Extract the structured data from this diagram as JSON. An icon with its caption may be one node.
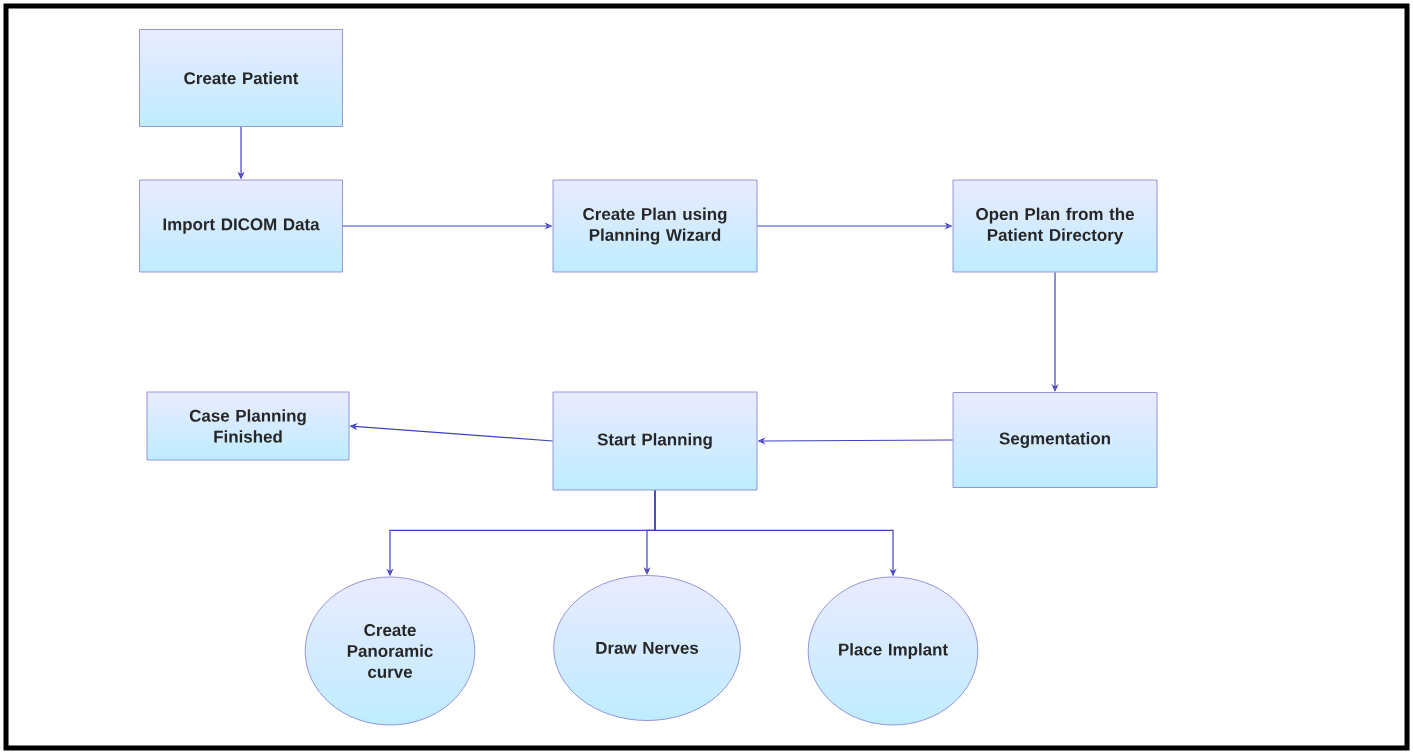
{
  "diagram": {
    "nodes": [
      {
        "text": [
          "Create Patient"
        ]
      },
      {
        "text": [
          "Import DICOM Data"
        ]
      },
      {
        "text": [
          "Create Plan using Planning Wizard"
        ]
      },
      {
        "text": [
          "Open Plan from the Patient Directory"
        ]
      },
      {
        "text": [
          "Case Planning Finished"
        ]
      },
      {
        "text": [
          "Start Planning"
        ]
      },
      {
        "text": [
          "Segmentation"
        ]
      },
      {
        "text": [
          "Create Panoramic curve"
        ]
      },
      {
        "text": [
          "Draw Nerves"
        ]
      },
      {
        "text": [
          "Place Implant"
        ]
      }
    ],
    "edges": [
      {
        "from": 0,
        "to": 1,
        "arrow": "to"
      },
      {
        "from": 1,
        "to": 2,
        "arrow": "to"
      },
      {
        "from": 2,
        "to": 3,
        "arrow": "to"
      },
      {
        "from": 3,
        "to": 6,
        "arrow": "to"
      },
      {
        "from": 6,
        "to": 5,
        "arrow": "to"
      },
      {
        "from": 5,
        "to": 4,
        "arrow": "to"
      },
      {
        "from": 5,
        "to": 7,
        "arrow": "to"
      },
      {
        "from": 5,
        "to": 8,
        "arrow": "to"
      },
      {
        "from": 5,
        "to": 9,
        "arrow": "to"
      }
    ]
  }
}
